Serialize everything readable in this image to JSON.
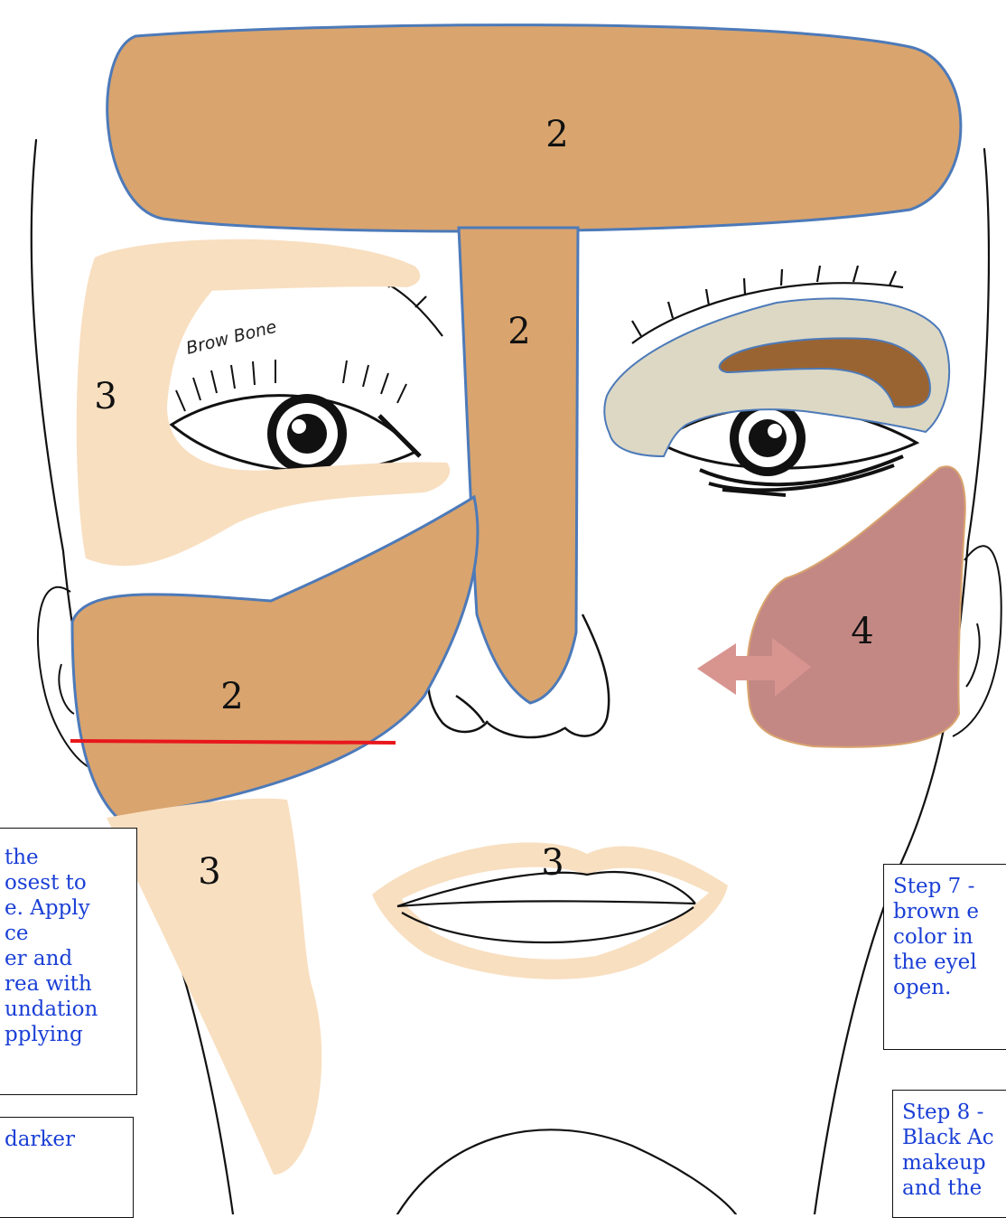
{
  "diagram": {
    "zones": {
      "forehead": "2",
      "nose": "2",
      "right_cheek": "2",
      "upper_eye": "3",
      "jaw": "3",
      "lips": "3",
      "left_cheek": "4"
    },
    "brow_bone_label": "Brow Bone"
  },
  "notes": {
    "left_step": {
      "lines": [
        "the",
        "osest to",
        "e. Apply",
        "ce",
        "er and",
        "rea with",
        "undation",
        "pplying"
      ]
    },
    "left_bottom": {
      "lines": [
        "darker"
      ]
    },
    "step7": {
      "lines": [
        "Step 7 -",
        "brown e",
        "color in",
        "the eyel",
        "open."
      ]
    },
    "step8": {
      "lines": [
        "Step 8 -",
        "Black Ac",
        "makeup",
        "and the"
      ]
    }
  },
  "colors": {
    "foundation_dark": "#d9a46e",
    "foundation_light": "#f8dfc0",
    "zone_outline": "#4d7ab9",
    "eyeshadow_base": "#dcd8c4",
    "eyeshadow_crease": "#9a6432",
    "blush": "#c48884",
    "blush_arrow": "#d89590",
    "jaw_line": "#e8171c",
    "note_text": "#1a3fd6"
  }
}
